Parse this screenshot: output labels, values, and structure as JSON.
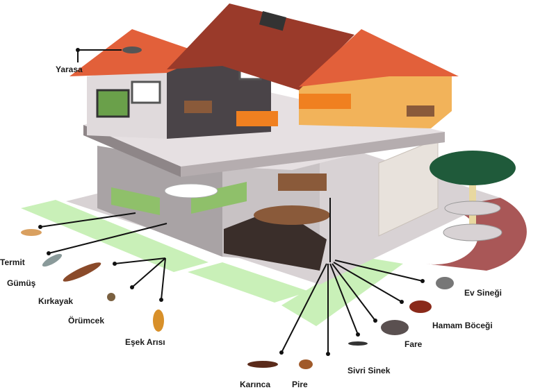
{
  "title": "House pests diagram",
  "labels": {
    "bat": "Yarasa",
    "termite": "Termit",
    "silverfish": "Gümüş",
    "centipede": "Kırkayak",
    "spider": "Örümcek",
    "wasp": "Eşek Arısı",
    "ant": "Karınca",
    "flea": "Pire",
    "mosquito": "Sivri Sinek",
    "mouse": "Fare",
    "cockroach": "Hamam Böceği",
    "housefly": "Ev Sineği"
  },
  "colors": {
    "roof": "#e2603a",
    "roof_dark": "#8a3a2a",
    "wall_grey": "#bdb6b8",
    "wall_yellow": "#f2b35a",
    "lawn": "#c9f0b8",
    "brick": "#9a3a3a",
    "tree": "#1f5a3a"
  }
}
